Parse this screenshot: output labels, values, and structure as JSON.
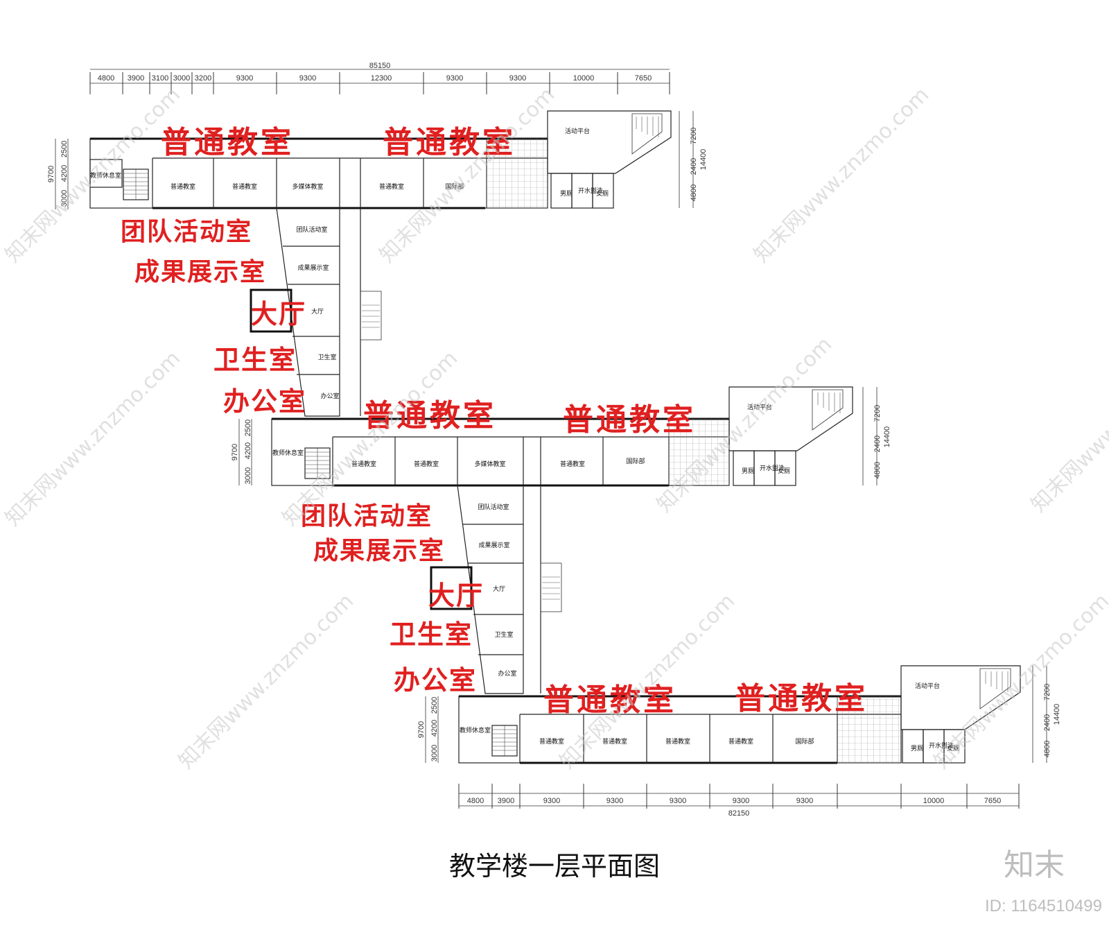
{
  "title": "教学楼一层平面图",
  "brand": "知末",
  "image_id": "ID: 1164510499",
  "watermark": "知末网www.znzmo.com",
  "room_labels": {
    "classroom": "普通教室",
    "multimedia": "多媒体教室",
    "international": "国际部",
    "team": "团队活动室",
    "exhibit": "成果展示室",
    "hall": "大厅",
    "clinic": "卫生室",
    "office": "办公室",
    "lounge": "教师休息室",
    "platform": "活动平台",
    "men": "男厕",
    "water": "开水盥洗",
    "women": "女厕"
  },
  "big_labels": {
    "classroom": "普通教室",
    "team": "团队活动室",
    "exhibit": "成果展示室",
    "hall": "大厅",
    "clinic": "卫生室",
    "office": "办公室"
  },
  "dims_top": {
    "total": "85150",
    "segments": [
      "4800",
      "3900",
      "3100",
      "3000",
      "3200",
      "9300",
      "9300",
      "12300",
      "9300",
      "9300",
      "10000",
      "7650"
    ]
  },
  "dims_bottom": {
    "total": "82150",
    "segments": [
      "4800",
      "3900",
      "9300",
      "9300",
      "9300",
      "9300",
      "9300",
      "10000",
      "7650"
    ]
  },
  "dims_left": [
    "9700",
    "2500",
    "4200",
    "3000"
  ],
  "dims_right": [
    "7200",
    "2400",
    "4800",
    "14400"
  ],
  "colors": {
    "label_red": "#e02020",
    "watermark_gray": "#c7c7c7"
  }
}
